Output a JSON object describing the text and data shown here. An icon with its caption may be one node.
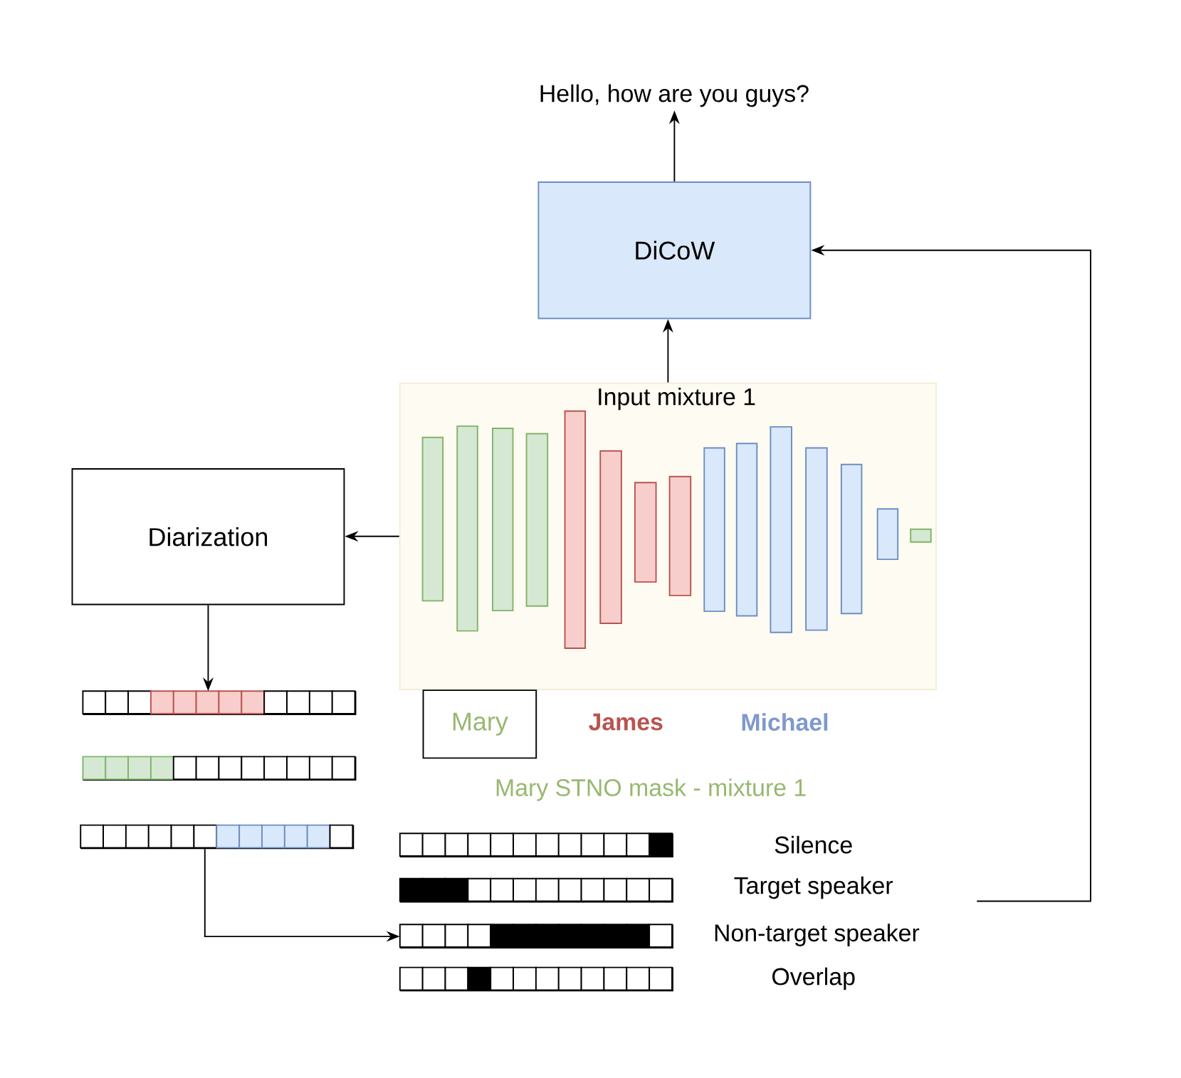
{
  "diagram": {
    "nodes": [
      {
        "text": [
          "Hello, how are you guys?"
        ]
      },
      {
        "text": [
          "DiCoW"
        ]
      },
      {
        "text": [
          "Input mixture 1"
        ]
      },
      {
        "text": [
          "Diarization"
        ]
      },
      {
        "text": [
          "Mary"
        ]
      },
      {
        "text": [],
        "shape": "bar"
      },
      {
        "text": [],
        "shape": "bar"
      },
      {
        "text": [],
        "shape": "bar"
      },
      {
        "text": [],
        "shape": "bar"
      },
      {
        "text": [],
        "shape": "bar"
      },
      {
        "text": [],
        "shape": "bar"
      },
      {
        "text": [],
        "shape": "bar"
      }
    ],
    "edges": [
      {
        "from": 1,
        "to": 0,
        "arrow": "to"
      },
      {
        "from": 2,
        "to": 1,
        "arrow": "to"
      },
      {
        "from": 2,
        "to": 3,
        "arrow": "to"
      },
      {
        "from": 3,
        "to": 5,
        "arrow": "to"
      },
      {
        "from": 7,
        "to": 10,
        "arrow": "to"
      },
      {
        "from": null,
        "to": 1,
        "arrow": "to"
      }
    ],
    "labels": [
      "James",
      "Michael",
      "Mary STNO mask - mixture 1",
      "Silence",
      "Target speaker",
      "Non-target speaker",
      "Overlap"
    ]
  }
}
